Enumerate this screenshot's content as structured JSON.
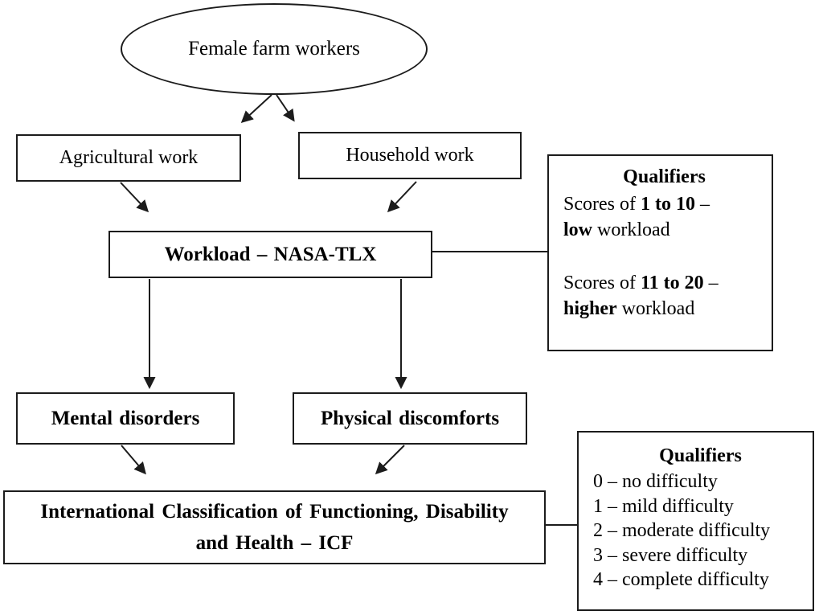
{
  "diagram": {
    "nodes": {
      "female_farm_workers": "Female farm workers",
      "agricultural_work": "Agricultural work",
      "household_work": "Household work",
      "workload": "Workload – NASA-TLX",
      "mental_disorders": "Mental disorders",
      "physical_discomforts": "Physical discomforts",
      "icf_line1": "International Classification of Functioning, Disability",
      "icf_line2": "and Health – ICF"
    },
    "workload_qualifiers": {
      "title": "Qualifiers",
      "line1": {
        "pre": "Scores of ",
        "bold": "1 to 10",
        "post": " –"
      },
      "line2": {
        "bold": "low",
        "post": " workload"
      },
      "line3": {
        "pre": "Scores of ",
        "bold": "11 to 20",
        "post": " –"
      },
      "line4": {
        "bold": "higher",
        "post": " workload"
      }
    },
    "icf_qualifiers": {
      "title": "Qualifiers",
      "items": [
        "0 – no difficulty",
        "1 – mild difficulty",
        "2 – moderate difficulty",
        "3 – severe difficulty",
        "4 – complete difficulty"
      ]
    },
    "colors": {
      "stroke": "#1c1c1c",
      "background": "#ffffff",
      "text": "#000000"
    }
  }
}
